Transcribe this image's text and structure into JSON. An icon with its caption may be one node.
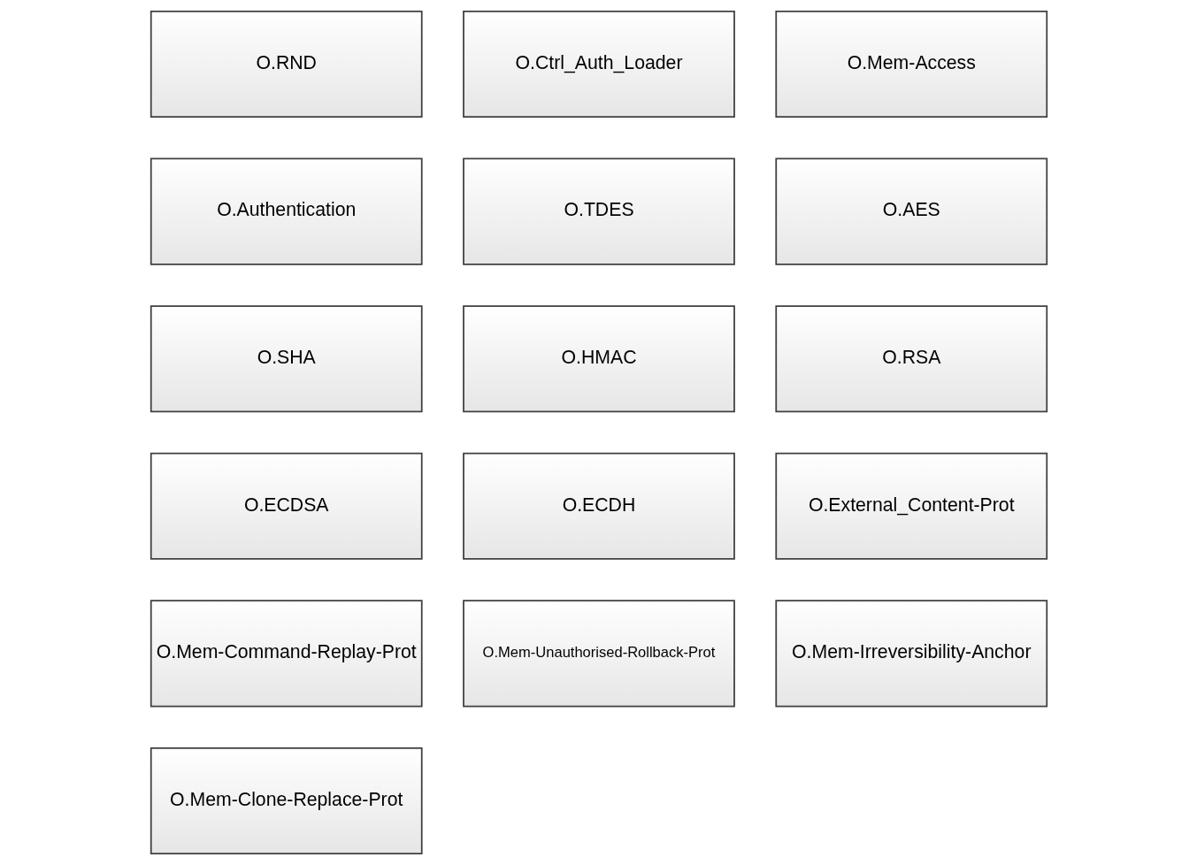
{
  "diagram": {
    "nodes": [
      {
        "text": [
          "O.RND"
        ]
      },
      {
        "text": [
          "O.Ctrl_Auth_Loader"
        ]
      },
      {
        "text": [
          "O.Mem-Access"
        ]
      },
      {
        "text": [
          "O.Authentication"
        ]
      },
      {
        "text": [
          "O.TDES"
        ]
      },
      {
        "text": [
          "O.AES"
        ]
      },
      {
        "text": [
          "O.SHA"
        ]
      },
      {
        "text": [
          "O.HMAC"
        ]
      },
      {
        "text": [
          "O.RSA"
        ]
      },
      {
        "text": [
          "O.ECDSA"
        ]
      },
      {
        "text": [
          "O.ECDH"
        ]
      },
      {
        "text": [
          "O.External_Content-Prot"
        ]
      },
      {
        "text": [
          "O.Mem-Command-Replay-Prot"
        ]
      },
      {
        "text": [
          "O.Mem-Unauthorised-Rollback-Prot"
        ]
      },
      {
        "text": [
          "O.Mem-Irreversibility-Anchor"
        ]
      },
      {
        "text": [
          "O.Mem-Clone-Replace-Prot"
        ]
      }
    ],
    "edges": []
  }
}
